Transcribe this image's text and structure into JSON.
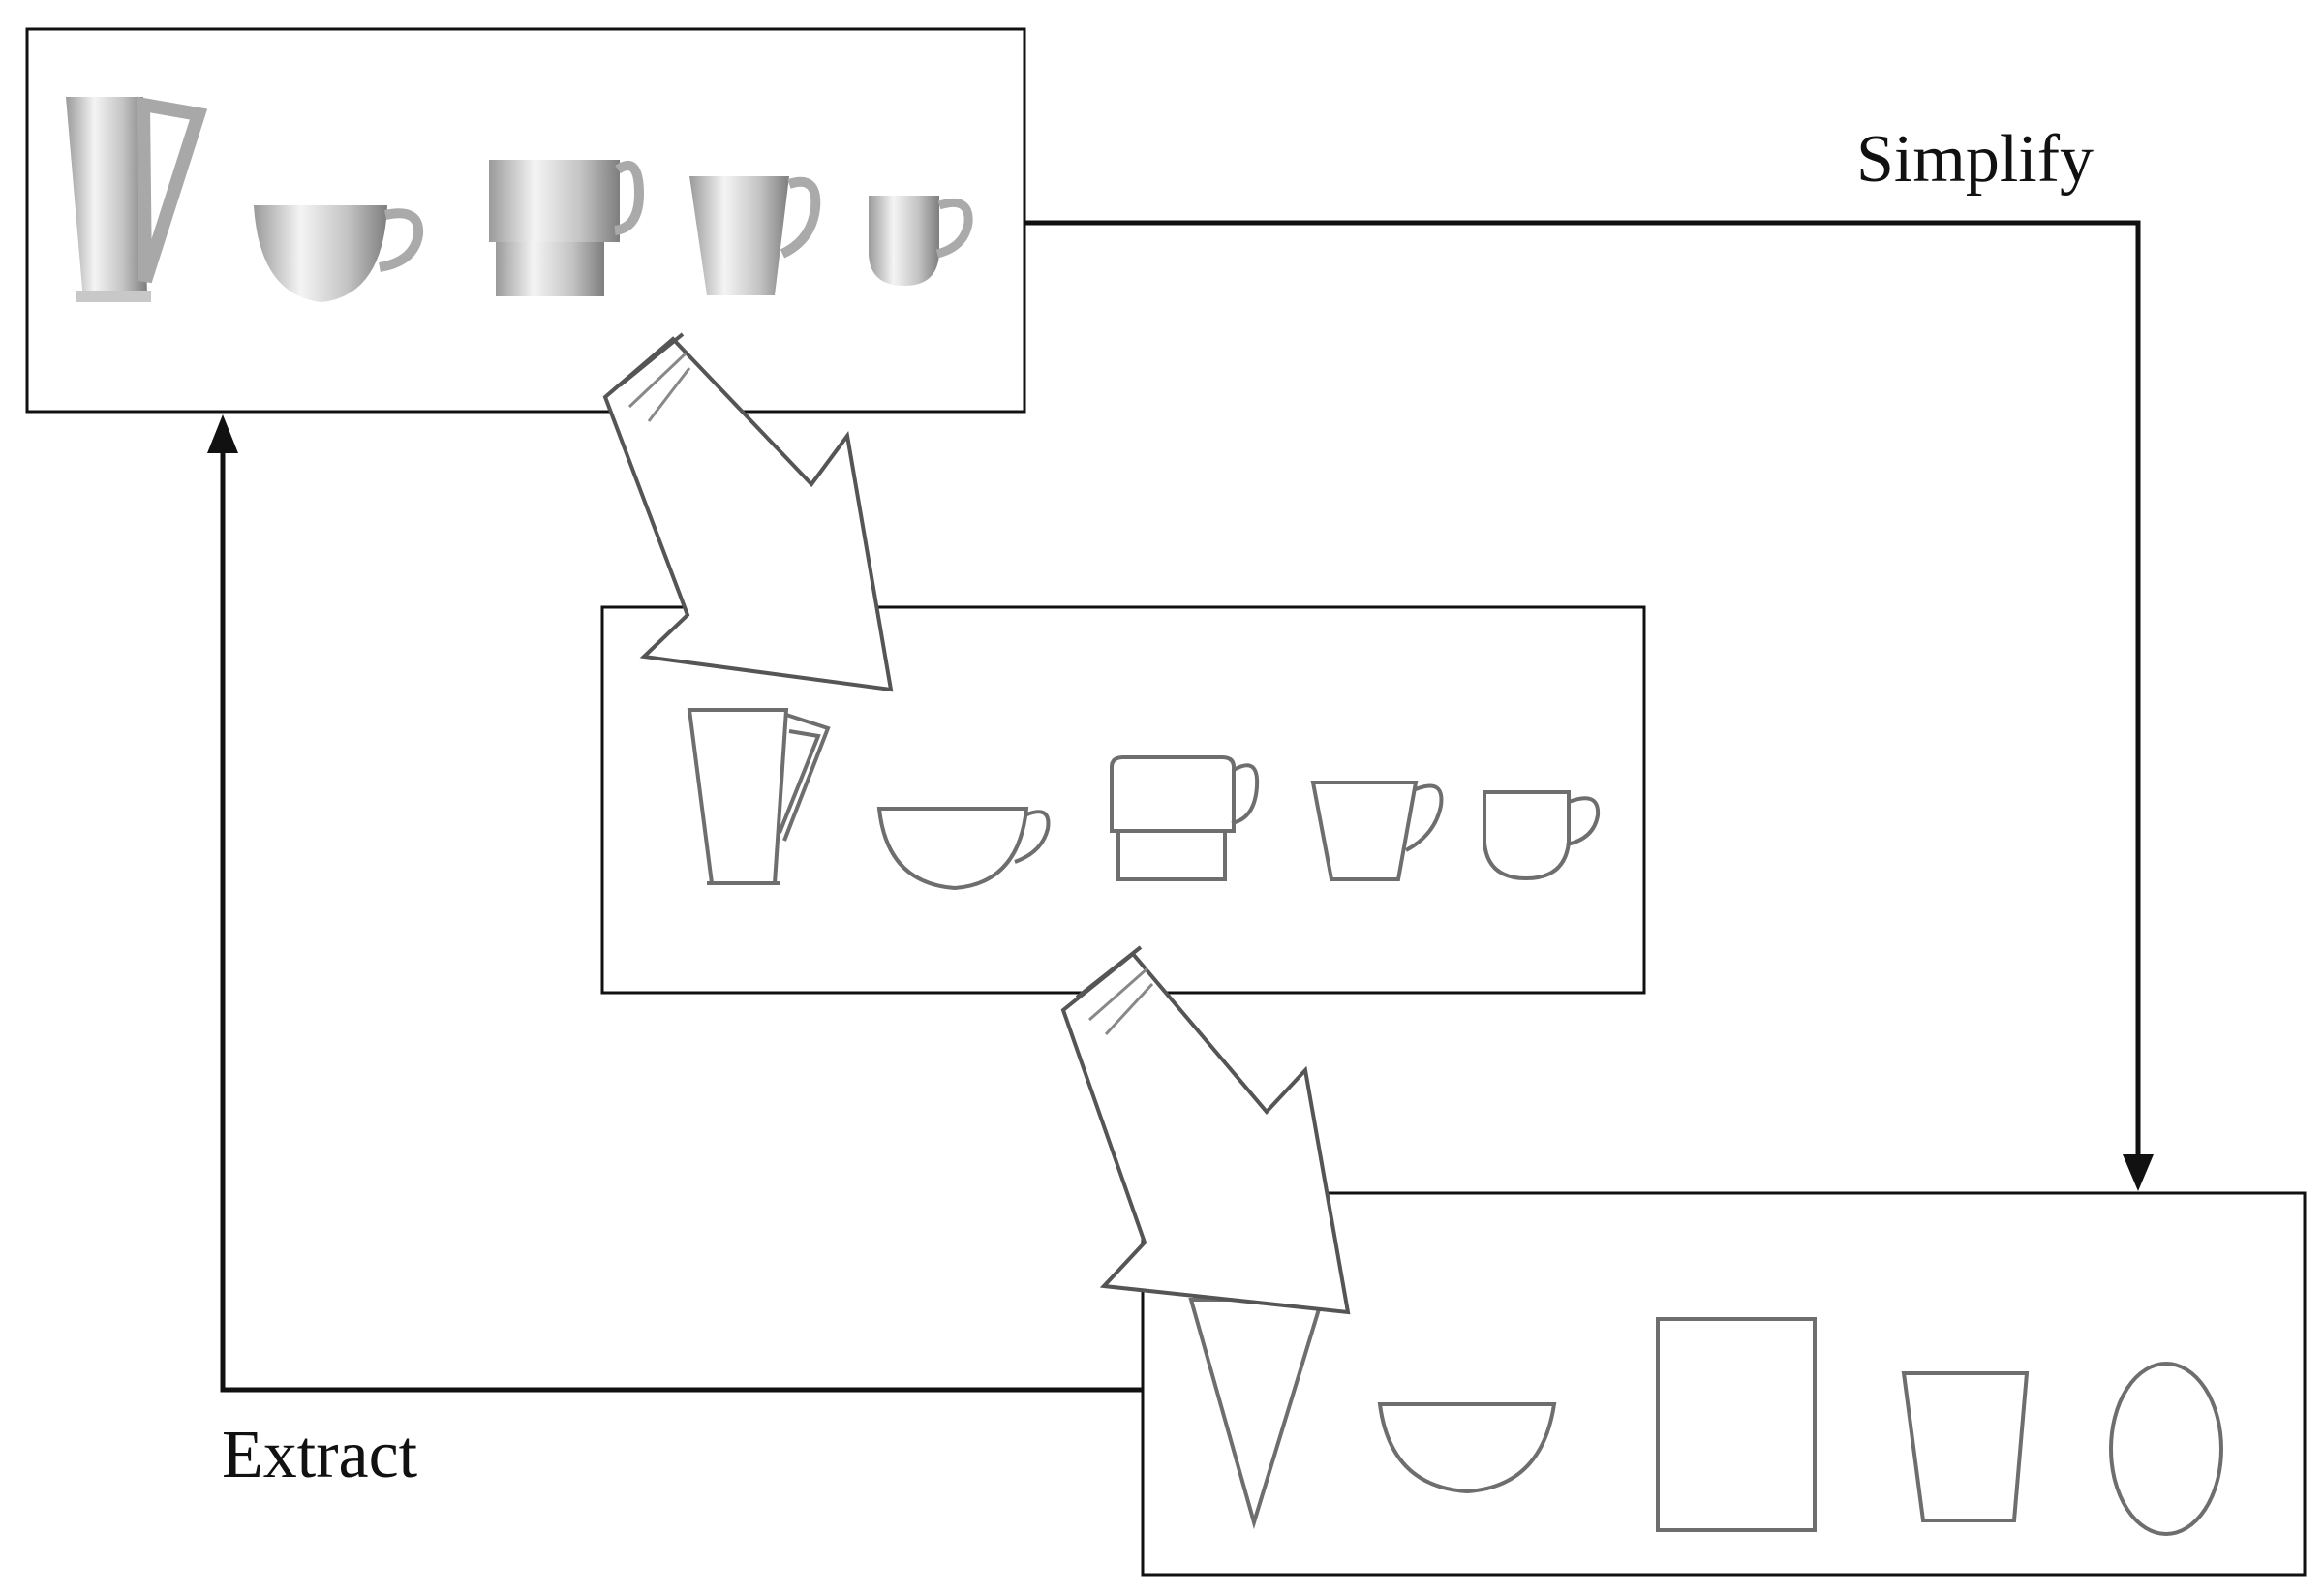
{
  "labels": {
    "simplify": "Simplify",
    "extract": "Extract"
  },
  "panels": [
    {
      "id": "photographic",
      "items": [
        "tall-jug",
        "wide-cup",
        "stacked-mug",
        "tapered-mug",
        "small-cup"
      ]
    },
    {
      "id": "outline",
      "items": [
        "tall-jug",
        "wide-cup",
        "stacked-mug",
        "tapered-mug",
        "small-cup"
      ]
    },
    {
      "id": "primitive",
      "items": [
        "triangle",
        "half-circle",
        "rectangle",
        "trapezoid",
        "ellipse"
      ]
    }
  ],
  "colors": {
    "line": "#111111",
    "outline": "#6e6e6e",
    "shade_dark": "#8c8c8c",
    "shade_light": "#f2f2f2"
  }
}
